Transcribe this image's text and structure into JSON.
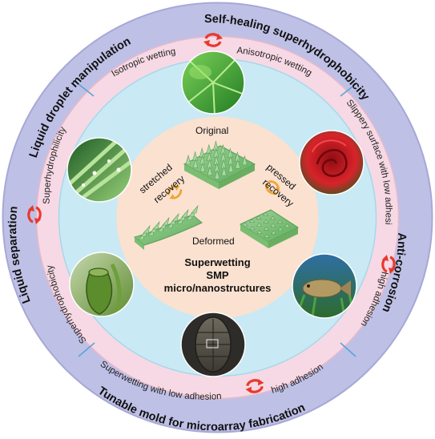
{
  "colors": {
    "outer_ring": "#bfc0e6",
    "middle_ring": "#f6d9e4",
    "inner_disk": "#c9e9f4",
    "core_disk": "#fbe1d0",
    "divider": "#5aa3d6",
    "cycle_arrow": "#e8392d",
    "recovery_arrow": "#f2a431",
    "microarray": "#9fd19a"
  },
  "outer_ring": {
    "top_right": "Self-healing superhydrophobicity",
    "top_left": "Liquid droplet manipulation",
    "left": "Liquid separation",
    "right": "Anti-corrosion",
    "bottom": "Tunable mold for microarray fabrication"
  },
  "middle_ring": {
    "top_left": "Isotropic wetting",
    "top_right": "Anisotropic wetting",
    "right_top": "Slippery surface with low adhesion",
    "right_bottom": "high adhesion",
    "bottom_right": "high adhesion",
    "bottom_left": "Superwetting with low adhesion",
    "left_top": "Superhydrophilicity",
    "left_bottom": "Superhydrophobicity"
  },
  "photos": {
    "top": "lotus-leaf-photo",
    "upper_left": "grass-blades-with-droplets-photo",
    "upper_right": "red-rose-photo",
    "lower_left": "pitcher-plant-photo",
    "lower_right": "fish-photo",
    "bottom": "beetle-photo"
  },
  "core": {
    "original": "Original",
    "deformed": "Deformed",
    "stretched": "stretched",
    "pressed": "pressed",
    "recovery_left": "recovery",
    "recovery_right": "recovery",
    "title_line1": "Superwetting",
    "title_line2": "SMP",
    "title_line3": "micro/nanostructures"
  }
}
